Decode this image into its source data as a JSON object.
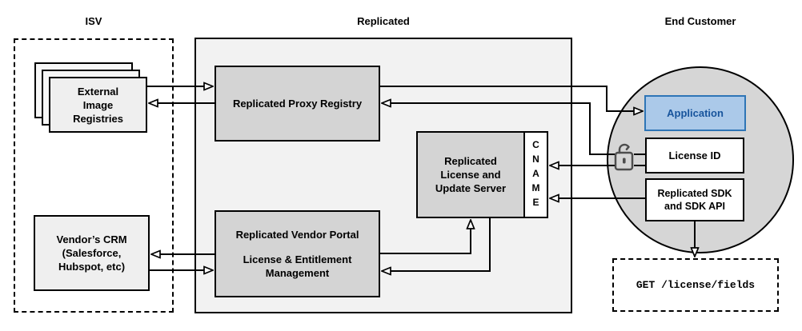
{
  "sections": {
    "isv": {
      "label": "ISV"
    },
    "replicated": {
      "label": "Replicated"
    },
    "end_customer": {
      "label": "End Customer"
    }
  },
  "isv": {
    "registries": {
      "line1": "External",
      "line2": "Image",
      "line3": "Registries"
    },
    "crm": {
      "line1": "Vendor’s CRM",
      "line2": "(Salesforce,",
      "line3": "Hubspot, etc)"
    }
  },
  "replicated": {
    "proxy_registry": {
      "label": "Replicated Proxy Registry"
    },
    "license_server": {
      "line1": "Replicated",
      "line2": "License and",
      "line3": "Update Server",
      "cname": "CNAME"
    },
    "vendor_portal": {
      "title": "Replicated Vendor Portal",
      "subtitle": "License & Entitlement Management"
    }
  },
  "end_customer": {
    "application": {
      "label": "Application"
    },
    "license_id": {
      "label": "License ID"
    },
    "sdk": {
      "line1": "Replicated SDK",
      "line2": "and SDK API"
    },
    "api_request": {
      "label": "GET /license/fields"
    }
  },
  "icons": {
    "unlock": "unlock-icon"
  },
  "colors": {
    "replicated_background": "#f2f2f2",
    "node_gray": "#d4d4d4",
    "circle_gray": "#d6d6d6",
    "light_gray": "#efefef",
    "application_fill": "#abc9e9",
    "application_border": "#2e75b6",
    "application_text": "#17549c",
    "line": "#000000",
    "lock_stroke": "#4d4d4d"
  }
}
